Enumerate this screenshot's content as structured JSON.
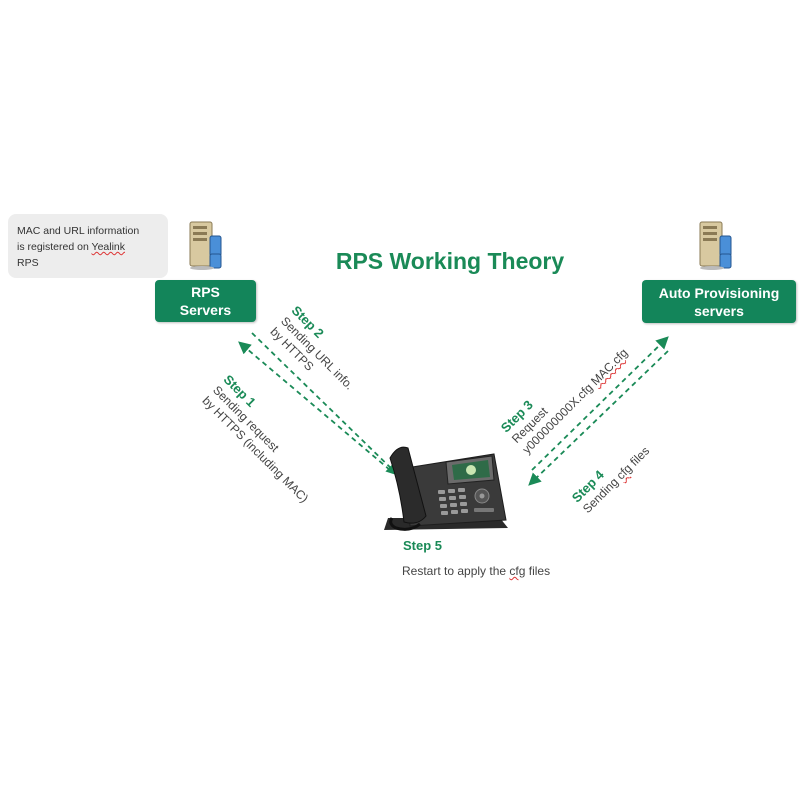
{
  "title": "RPS Working Theory",
  "note": {
    "line1": "MAC and URL information",
    "line2_prefix": "is registered on",
    "line2_link": "Yealink",
    "line3": "RPS"
  },
  "nodes": {
    "rps": {
      "line1": "RPS",
      "line2": "Servers"
    },
    "auto": {
      "line1": "Auto Provisioning",
      "line2": "servers"
    }
  },
  "steps": {
    "step1": {
      "label": "Step 1",
      "line1": "Sending request",
      "line2": "by HTTPS (including MAC)"
    },
    "step2": {
      "label": "Step 2",
      "line1": "Sending URL info.",
      "line2": "by HTTPS"
    },
    "step3": {
      "label": "Step 3",
      "line1": "Request",
      "line2_a": "y000000000X.cfg",
      "line2_b": "MAC.cfg"
    },
    "step4": {
      "label": "Step 4",
      "line1_a": "Sending",
      "line1_b": "cfg",
      "line1_c": "files"
    },
    "step5": {
      "label": "Step 5",
      "desc_a": "Restart to apply the",
      "desc_b": "cfg",
      "desc_c": "files"
    }
  },
  "icons": [
    "server-icon",
    "server-icon",
    "ip-phone-icon"
  ],
  "colors": {
    "accent": "#13855a",
    "text_green": "#1a8a57",
    "note_bg": "#ededed"
  }
}
